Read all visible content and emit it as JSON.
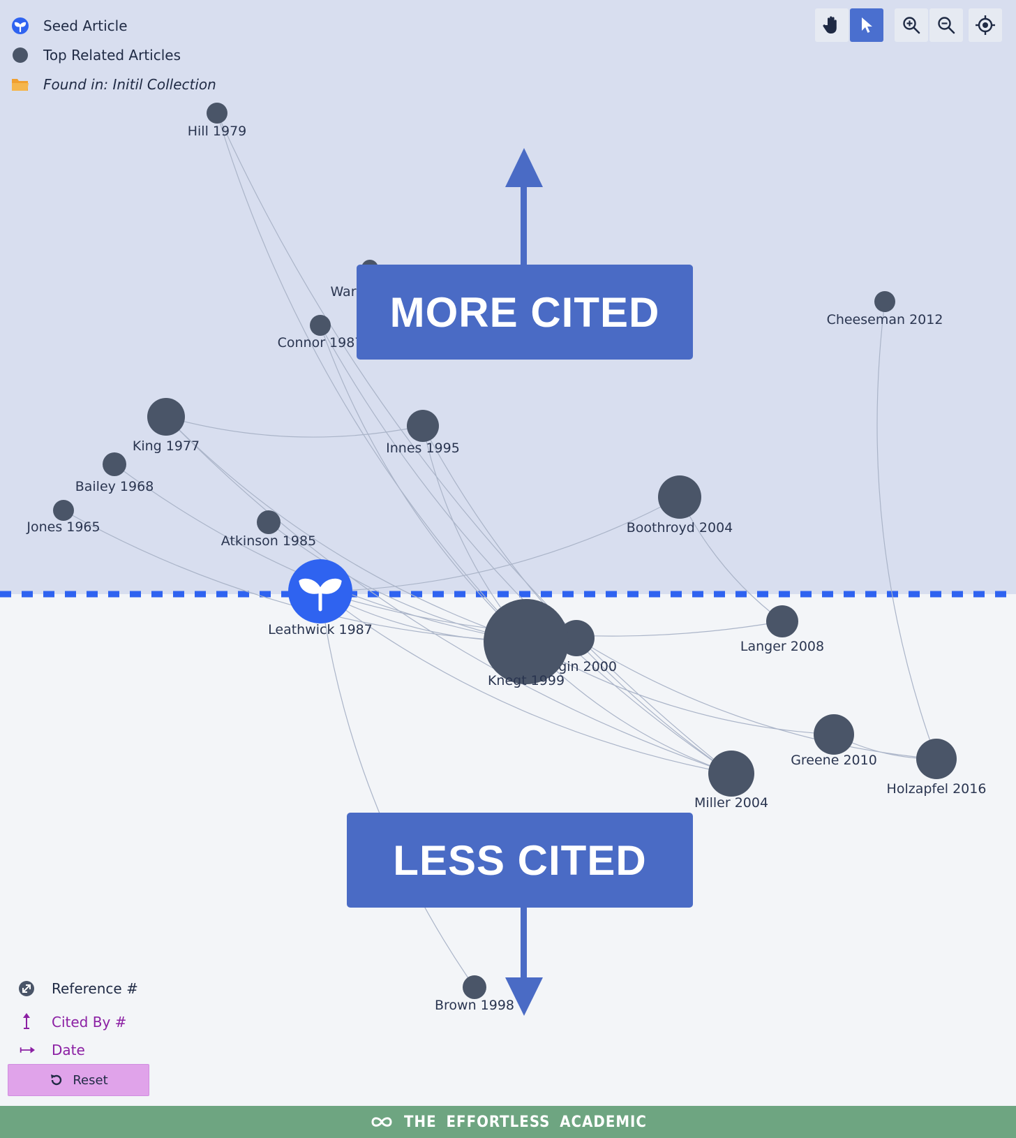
{
  "legend": {
    "seed": "Seed Article",
    "related": "Top Related Articles",
    "found": "Found in: Initil Collection"
  },
  "toolbar": {
    "pan_icon": "hand-icon",
    "select_icon": "pointer-icon",
    "zoom_in_icon": "zoom-in-icon",
    "zoom_out_icon": "zoom-out-icon",
    "recenter_icon": "crosshair-icon"
  },
  "annotations": {
    "more_cited": "MORE CITED",
    "less_cited": "LESS CITED"
  },
  "axes": {
    "reference": "Reference #",
    "cited_by": "Cited By #",
    "date": "Date",
    "reset": "Reset"
  },
  "footer": {
    "brand": "THE EFFORTLESS ACADEMIC"
  },
  "colors": {
    "node": "#4a5568",
    "seed": "#2f63f0",
    "edge": "#aab4c8",
    "banner": "#4a6bc5",
    "upper_bg": "#d8deef",
    "lower_bg": "#f3f5f8",
    "divider": "#2f63f0",
    "purple_text": "#8b1fa3",
    "footer": "#6ea581"
  },
  "graph": {
    "nodes": [
      {
        "id": "hill",
        "label": "Hill 1979",
        "seed": false
      },
      {
        "id": "war",
        "label": "War",
        "seed": false
      },
      {
        "id": "connor",
        "label": "Connor 1987",
        "seed": false
      },
      {
        "id": "cheeseman",
        "label": "Cheeseman 2012",
        "seed": false
      },
      {
        "id": "king",
        "label": "King 1977",
        "seed": false
      },
      {
        "id": "innes",
        "label": "Innes 1995",
        "seed": false
      },
      {
        "id": "bailey",
        "label": "Bailey 1968",
        "seed": false
      },
      {
        "id": "jones",
        "label": "Jones 1965",
        "seed": false
      },
      {
        "id": "atkinson",
        "label": "Atkinson 1985",
        "seed": false
      },
      {
        "id": "boothroyd",
        "label": "Boothroyd 2004",
        "seed": false
      },
      {
        "id": "leathwick",
        "label": "Leathwick 1987",
        "seed": true
      },
      {
        "id": "bergin",
        "label": "Bergin 2000",
        "seed": false
      },
      {
        "id": "knegt",
        "label": "Knegt 1999",
        "seed": false
      },
      {
        "id": "langer",
        "label": "Langer 2008",
        "seed": false
      },
      {
        "id": "greene",
        "label": "Greene 2010",
        "seed": false
      },
      {
        "id": "holzapfel",
        "label": "Holzapfel 2016",
        "seed": false
      },
      {
        "id": "miller",
        "label": "Miller 2004",
        "seed": false
      },
      {
        "id": "brown",
        "label": "Brown 1998",
        "seed": false
      }
    ],
    "edges": [
      [
        "hill",
        "miller"
      ],
      [
        "hill",
        "knegt"
      ],
      [
        "connor",
        "knegt"
      ],
      [
        "connor",
        "miller"
      ],
      [
        "king",
        "innes"
      ],
      [
        "king",
        "knegt"
      ],
      [
        "king",
        "miller"
      ],
      [
        "bailey",
        "knegt"
      ],
      [
        "jones",
        "knegt"
      ],
      [
        "atkinson",
        "knegt"
      ],
      [
        "leathwick",
        "boothroyd"
      ],
      [
        "leathwick",
        "langer"
      ],
      [
        "leathwick",
        "knegt"
      ],
      [
        "leathwick",
        "brown"
      ],
      [
        "leathwick",
        "miller"
      ],
      [
        "innes",
        "knegt"
      ],
      [
        "innes",
        "miller"
      ],
      [
        "boothroyd",
        "langer"
      ],
      [
        "cheeseman",
        "holzapfel"
      ],
      [
        "knegt",
        "greene"
      ],
      [
        "knegt",
        "miller"
      ],
      [
        "greene",
        "holzapfel"
      ],
      [
        "bergin",
        "holzapfel"
      ]
    ]
  }
}
